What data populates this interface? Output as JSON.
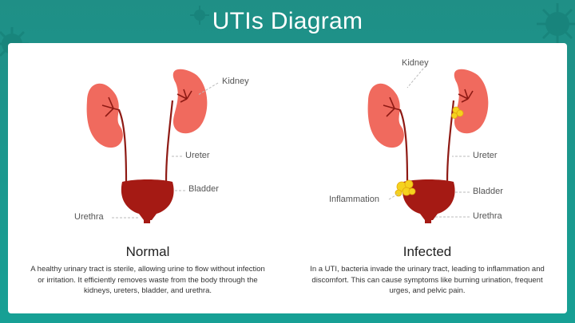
{
  "title": "UTIs Diagram",
  "normal": {
    "heading": "Normal",
    "description": "A healthy urinary tract is sterile, allowing urine to flow without infection or irritation. It efficiently removes waste from the body through the kidneys, ureters, bladder, and urethra.",
    "labels": {
      "kidney": "Kidney",
      "ureter": "Ureter",
      "bladder": "Bladder",
      "urethra": "Urethra"
    }
  },
  "infected": {
    "heading": "Infected",
    "description": "In a UTI, bacteria invade the urinary tract, leading to inflammation and discomfort. This can cause symptoms like burning urination, frequent urges, and pelvic pain.",
    "labels": {
      "kidney": "Kidney",
      "ureter": "Ureter",
      "bladder": "Bladder",
      "urethra": "Urethra",
      "inflammation": "Inflammation"
    }
  },
  "colors": {
    "background": "#1f8f86",
    "kidney": "#f06a5e",
    "bladder": "#a51a14",
    "vessel": "#8e1a14",
    "inflammation": "#f5d21e"
  }
}
